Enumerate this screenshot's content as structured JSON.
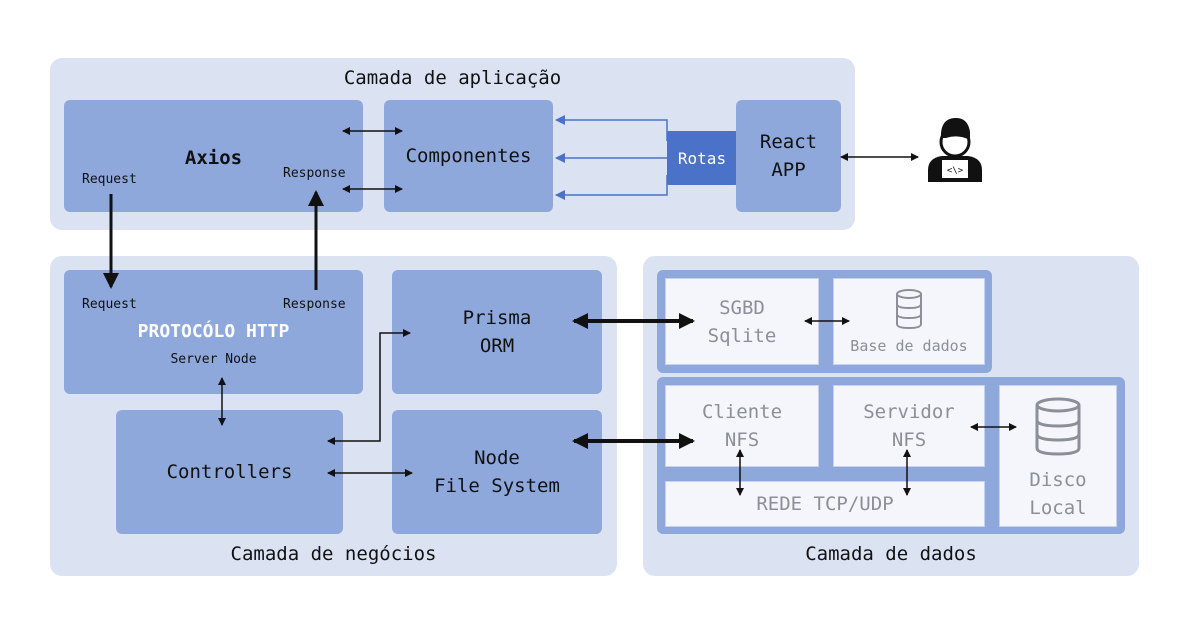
{
  "layers": {
    "app": {
      "title": "Camada de aplicação"
    },
    "business": {
      "title": "Camada de negócios"
    },
    "data": {
      "title": "Camada de dados"
    }
  },
  "app": {
    "axios": {
      "label": "Axios",
      "request": "Request",
      "response": "Response"
    },
    "componentes": "Componentes",
    "rotas": "Rotas",
    "react": {
      "line1": "React",
      "line2": "APP"
    }
  },
  "business": {
    "http": {
      "request": "Request",
      "response": "Response",
      "title": "PROTOCÓLO HTTP",
      "sub": "Server Node"
    },
    "prisma": {
      "line1": "Prisma",
      "line2": "ORM"
    },
    "controllers": "Controllers",
    "nodefs": {
      "line1": "Node",
      "line2": "File System"
    }
  },
  "data": {
    "sgbd": {
      "line1": "SGBD",
      "line2": "Sqlite"
    },
    "db_label": "Base de dados",
    "cliente": {
      "line1": "Cliente",
      "line2": "NFS"
    },
    "servidor": {
      "line1": "Servidor",
      "line2": "NFS"
    },
    "rede": "REDE TCP/UDP",
    "disco": {
      "line1": "Disco",
      "line2": "Local"
    }
  },
  "icons": {
    "user": "developer-user-icon",
    "database": "database-icon",
    "disk": "disk-icon"
  },
  "colors": {
    "layer_bg": "#dbe3f3",
    "box_bg": "#8ea8dc",
    "rotas_bg": "#4a72c8",
    "pale_box": "#f4f6fb",
    "arrow_blue": "#4a72c8"
  }
}
